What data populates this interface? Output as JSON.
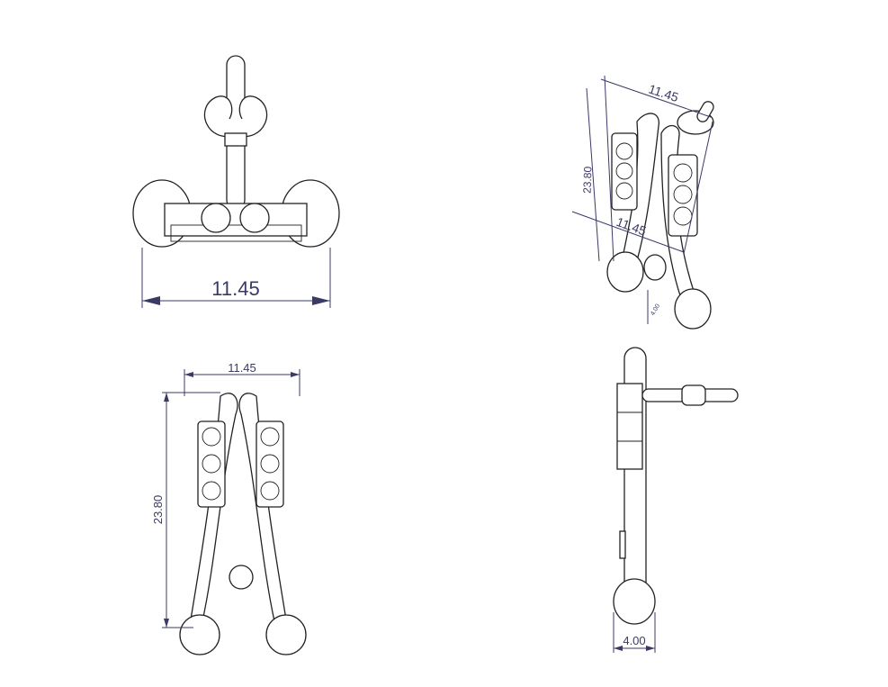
{
  "views": {
    "front": {
      "width_label": "11.45"
    },
    "isometric": {
      "width_top_label": "11.45",
      "height_label": "23.80",
      "width_bottom_label": "11.45",
      "depth_label": "4.00"
    },
    "top": {
      "width_label": "11.45",
      "height_label": "23.80"
    },
    "side": {
      "depth_label": "4.00"
    }
  },
  "colors": {
    "dimension": "#3a3a66",
    "line": "#222222"
  }
}
